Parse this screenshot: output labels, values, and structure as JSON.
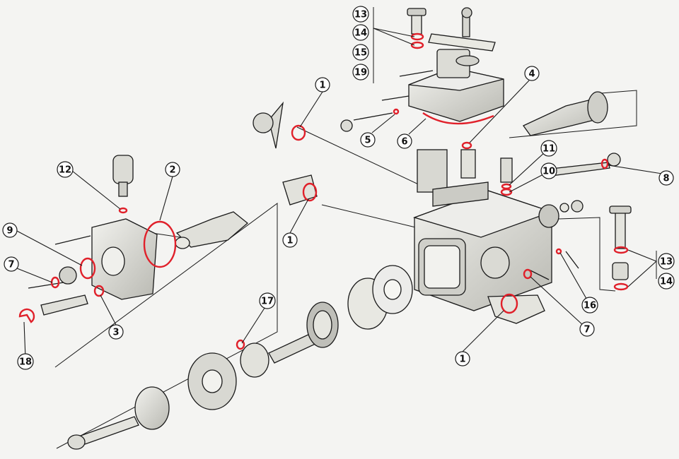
{
  "diagram": {
    "colors": {
      "paper": "#f4f4f2",
      "ink": "#1a1a1a",
      "seal": "#e0202a",
      "part_fill": "#e6e6e2",
      "part_shade": "#b8b8b2"
    },
    "callouts": [
      {
        "id": "c1a",
        "label": "1"
      },
      {
        "id": "c1b",
        "label": "1"
      },
      {
        "id": "c1c",
        "label": "1"
      },
      {
        "id": "c2",
        "label": "2"
      },
      {
        "id": "c3",
        "label": "3"
      },
      {
        "id": "c4",
        "label": "4"
      },
      {
        "id": "c5",
        "label": "5"
      },
      {
        "id": "c6",
        "label": "6"
      },
      {
        "id": "c7a",
        "label": "7"
      },
      {
        "id": "c7b",
        "label": "7"
      },
      {
        "id": "c8",
        "label": "8"
      },
      {
        "id": "c9",
        "label": "9"
      },
      {
        "id": "c10",
        "label": "10"
      },
      {
        "id": "c11",
        "label": "11"
      },
      {
        "id": "c12",
        "label": "12"
      },
      {
        "id": "c13a",
        "label": "13"
      },
      {
        "id": "c14a",
        "label": "14"
      },
      {
        "id": "c15",
        "label": "15"
      },
      {
        "id": "c19",
        "label": "19"
      },
      {
        "id": "c13b",
        "label": "13"
      },
      {
        "id": "c14b",
        "label": "14"
      },
      {
        "id": "c16",
        "label": "16"
      },
      {
        "id": "c17",
        "label": "17"
      },
      {
        "id": "c18",
        "label": "18"
      }
    ]
  }
}
